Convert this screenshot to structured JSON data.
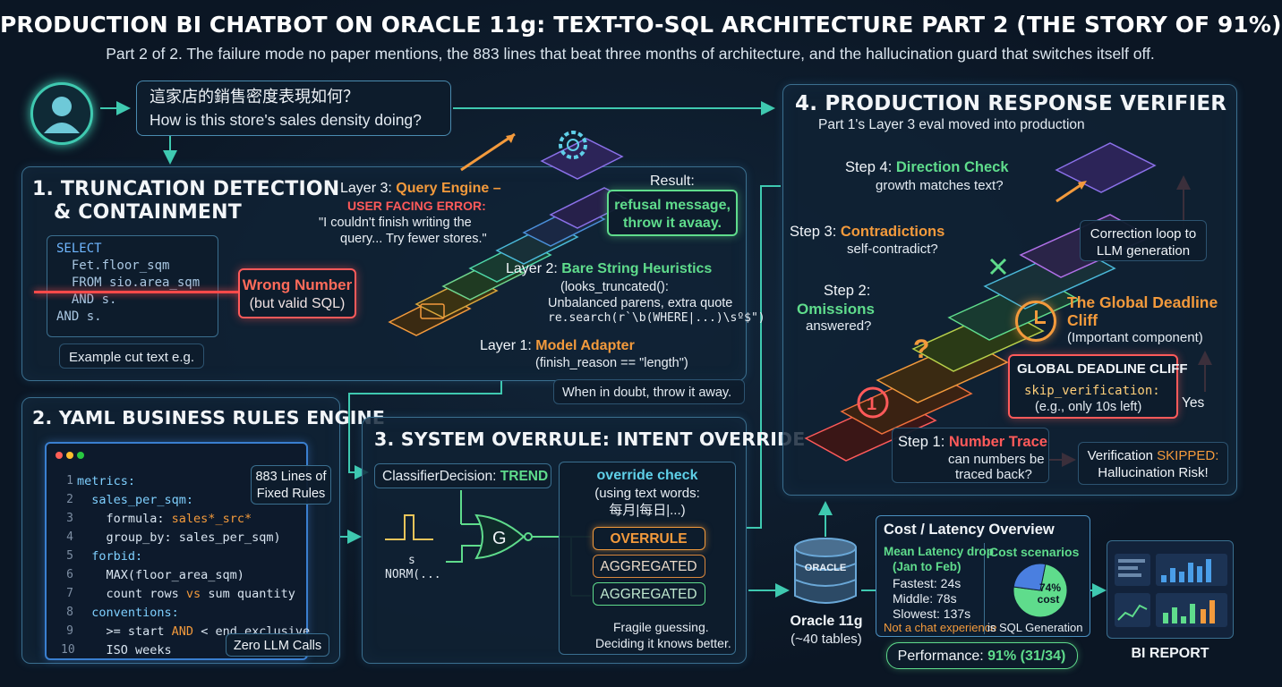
{
  "header": {
    "title": "PRODUCTION BI CHATBOT ON ORACLE 11g: TEXT-TO-SQL ARCHITECTURE PART 2 (THE STORY OF 91%)",
    "subtitle": "Part 2 of 2. The failure mode no paper mentions, the 883 lines that beat three months of architecture, and the hallucination guard that switches itself off."
  },
  "question": {
    "zh": "這家店的銷售密度表現如何？",
    "en": "How is this store's sales density doing?"
  },
  "panel1": {
    "title_line1": "1. TRUNCATION DETECTION",
    "title_line2": "& CONTAINMENT",
    "code": [
      "SELECT",
      "  Fet.floor_sqm",
      "  FROM sio.area_sqm",
      "  AND s.",
      "AND s."
    ],
    "caption": "Example cut text e.g.",
    "wrong_title": "Wrong Number",
    "wrong_sub": "(but valid SQL)",
    "layer3_prefix": "Layer 3: ",
    "layer3_name": "Query Engine –",
    "layer3_err": "USER FACING ERROR:",
    "layer3_msg1": "\"I couldn't finish writing the",
    "layer3_msg2": "query... Try fewer stores.\"",
    "result_label": "Result:",
    "result_line1": "refusal message,",
    "result_line2": "throw it avaay.",
    "layer2_prefix": "Layer 2: ",
    "layer2_name": "Bare String Heuristics",
    "layer2_l1": "(looks_truncated():",
    "layer2_l2": "Unbalanced parens, extra quote",
    "layer2_l3": "re.search(r`\\b(WHERE|...)\\sº$\")",
    "layer1_prefix": "Layer 1: ",
    "layer1_name": "Model Adapter",
    "layer1_detail": "(finish_reason == \"length\")",
    "doubt": "When in doubt, throw it away."
  },
  "panel2": {
    "title": "2. YAML BUSINESS RULES ENGINE",
    "lines": [
      "1",
      "2",
      "3",
      "4",
      "5",
      "6",
      "7",
      "8",
      "9",
      "10"
    ],
    "code": [
      {
        "pre": "metrics:",
        "hl": "",
        "post": ""
      },
      {
        "pre": "  sales_per_sqm:",
        "hl": "",
        "post": ""
      },
      {
        "pre": "    formula: ",
        "hl": "sales*_src*",
        "post": ""
      },
      {
        "pre": "    group_by: sales_per_sqm)",
        "hl": "",
        "post": ""
      },
      {
        "pre": "  forbid:",
        "hl": "",
        "post": ""
      },
      {
        "pre": "    MAX(floor_area_sqm)",
        "hl": "",
        "post": ""
      },
      {
        "pre": "    count rows ",
        "hl": "vs",
        "post": " sum quantity"
      },
      {
        "pre": "  conventions:",
        "hl": "",
        "post": ""
      },
      {
        "pre": "    >= start ",
        "hl": "AND",
        "post": " < end_exclusive"
      },
      {
        "pre": "    ISO weeks",
        "hl": "",
        "post": ""
      }
    ],
    "lines_badge1": "883 Lines of",
    "lines_badge2": "Fixed Rules",
    "zero_llm": "Zero LLM Calls"
  },
  "panel3": {
    "title": "3. SYSTEM OVERRULE: INTENT OVERRIDE",
    "classifier_prefix": "ClassifierDecision: ",
    "classifier_value": "TREND",
    "signal_s": "s",
    "signal_norm": "NORM(...",
    "gate_label": "G",
    "override_title": "override check",
    "override_l1": "(using text words:",
    "override_l2": "每月|每日|...)",
    "opt_overrule": "OVERRULE",
    "opt_aggregated1": "AGGREGATED",
    "opt_aggregated2": "AGGREGATED",
    "fragile1": "Fragile guessing.",
    "fragile2": "Deciding it knows better."
  },
  "panel4": {
    "title": "4. PRODUCTION RESPONSE VERIFIER",
    "subtitle": "Part 1's Layer 3 eval moved into production",
    "step4_prefix": "Step 4: ",
    "step4_name": "Direction Check",
    "step4_detail": "growth matches text?",
    "step3_prefix": "Step 3: ",
    "step3_name": "Contradictions",
    "step3_detail": "self-contradict?",
    "step2_prefix": "Step 2:",
    "step2_name": "Omissions",
    "step2_detail": "answered?",
    "step1_prefix": "Step 1: ",
    "step1_name": "Number Trace",
    "step1_l1": "can numbers be",
    "step1_l2": "traced back?",
    "loop1": "Correction loop to",
    "loop2": "LLM generation",
    "cliff_title1": "The Global Deadline",
    "cliff_title2": "Cliff",
    "cliff_sub": "(Important component)",
    "cliff_box_title": "GLOBAL DEADLINE CLIFF",
    "cliff_code": "skip_verification:",
    "cliff_eg": "(e.g., only 10s left)",
    "yes": "Yes",
    "skipped_prefix": "Verification ",
    "skipped_word": "SKIPPED:",
    "skipped_l2": "Hallucination Risk!"
  },
  "oracle": {
    "db_label": "ORACLE",
    "name": "Oracle 11g",
    "tables": "(~40 tables)"
  },
  "cost": {
    "title": "Cost / Latency Overview",
    "latency_title1": "Mean Latency drop",
    "latency_title2": "(Jan to Feb)",
    "fastest": "Fastest: 24s",
    "middle": "Middle: 78s",
    "slowest": "Slowest: 137s",
    "not_chat": "Not a chat experience",
    "scenarios_title": "Cost scenarios",
    "pie_percent": "74%",
    "pie_word": "cost",
    "sql_gen": "is SQL Generation",
    "perf_prefix": "Performance: ",
    "perf_value": "91% (31/34)"
  },
  "report": {
    "label": "BI REPORT"
  },
  "chart_data": {
    "type": "pie",
    "values": [
      74,
      26
    ],
    "categories": [
      "SQL Generation",
      ""
    ],
    "title": "Cost scenarios"
  },
  "colors": {
    "accent_orange": "#f39a3c",
    "accent_green": "#5fdc8c",
    "accent_red": "#ff5a5a",
    "panel_border": "#3b6f8f",
    "wire": "#3fc9b0"
  }
}
